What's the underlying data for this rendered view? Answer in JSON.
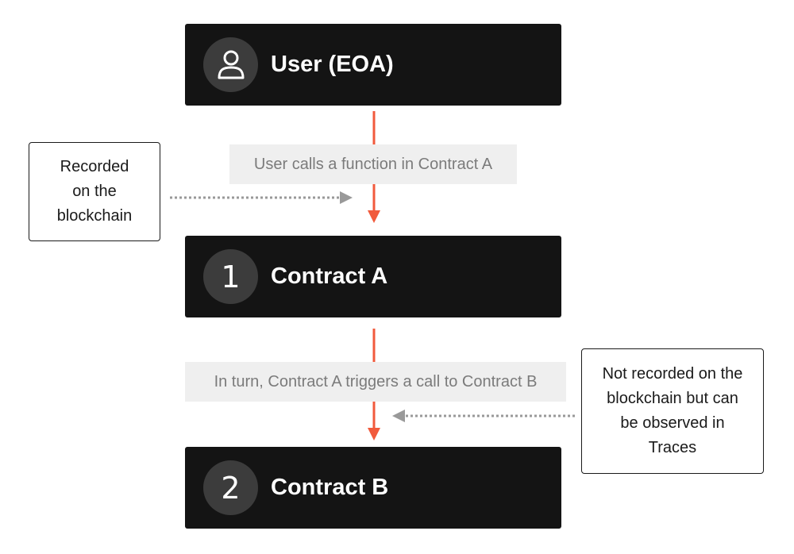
{
  "colors": {
    "node_background": "#141414",
    "badge_background": "#3c3c3c",
    "call_arrow": "#f15a3c",
    "note_arrow": "#999999",
    "edge_label_background": "#efefef",
    "edge_label_text": "#7b7b7b"
  },
  "nodes": [
    {
      "badge_icon": "user-icon",
      "title": "User (EOA)"
    },
    {
      "badge": "1",
      "title": "Contract A"
    },
    {
      "badge": "2",
      "title": "Contract B"
    }
  ],
  "edges": [
    {
      "from": "User (EOA)",
      "to": "Contract A",
      "label": "User calls a function in Contract A"
    },
    {
      "from": "Contract A",
      "to": "Contract B",
      "label": "In turn, Contract A triggers a call to Contract B"
    }
  ],
  "notes": [
    {
      "lines": [
        "Recorded",
        "on the",
        "blockchain"
      ],
      "points_to": "User calls a function in Contract A"
    },
    {
      "lines": [
        "Not recorded on the",
        "blockchain but can",
        "be observed in",
        "Traces"
      ],
      "points_to": "In turn, Contract A triggers a call to Contract B"
    }
  ]
}
